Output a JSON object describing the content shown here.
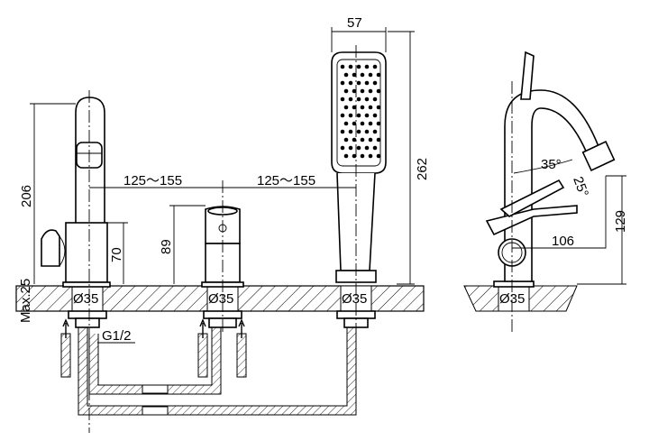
{
  "drawing": {
    "title": "Three-hole bath mixer installation drawing",
    "dimensions": {
      "handset_width": "57",
      "handset_height": "262",
      "spout_height": "206",
      "spacing_left": "125～155",
      "spacing_right": "125～155",
      "mixer_height": "89",
      "body_height": "70",
      "max_deck": "Max.25",
      "hole_1": "Ø35",
      "hole_2": "Ø35",
      "hole_3": "Ø35",
      "hole_side": "Ø35",
      "thread": "G1/2",
      "angle_1": "35°",
      "angle_2": "25°",
      "side_height": "129",
      "side_reach": "106"
    }
  }
}
